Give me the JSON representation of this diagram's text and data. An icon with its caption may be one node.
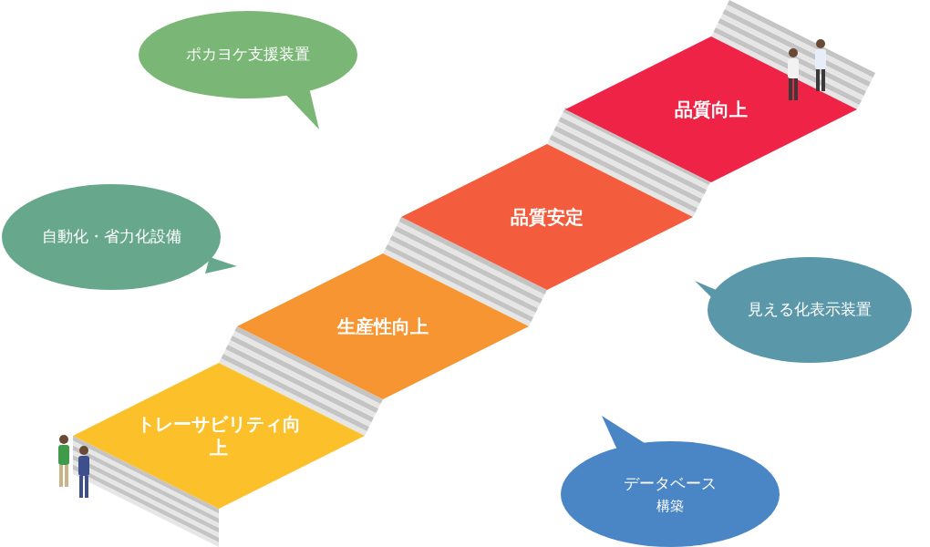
{
  "diagram": {
    "nodes": [
      {
        "text": [
          "トレーサビリティ向上"
        ]
      },
      {
        "text": [
          "生産性向上"
        ]
      },
      {
        "text": [
          "品質安定"
        ]
      },
      {
        "text": [
          "品質向上"
        ]
      },
      {
        "text": [
          "ポカヨケ支援装置"
        ]
      },
      {
        "text": [
          "自動化・省力化設備"
        ]
      },
      {
        "text": [
          "見える化表示装置"
        ]
      },
      {
        "text": [
          "データベース",
          "構築"
        ]
      }
    ]
  }
}
